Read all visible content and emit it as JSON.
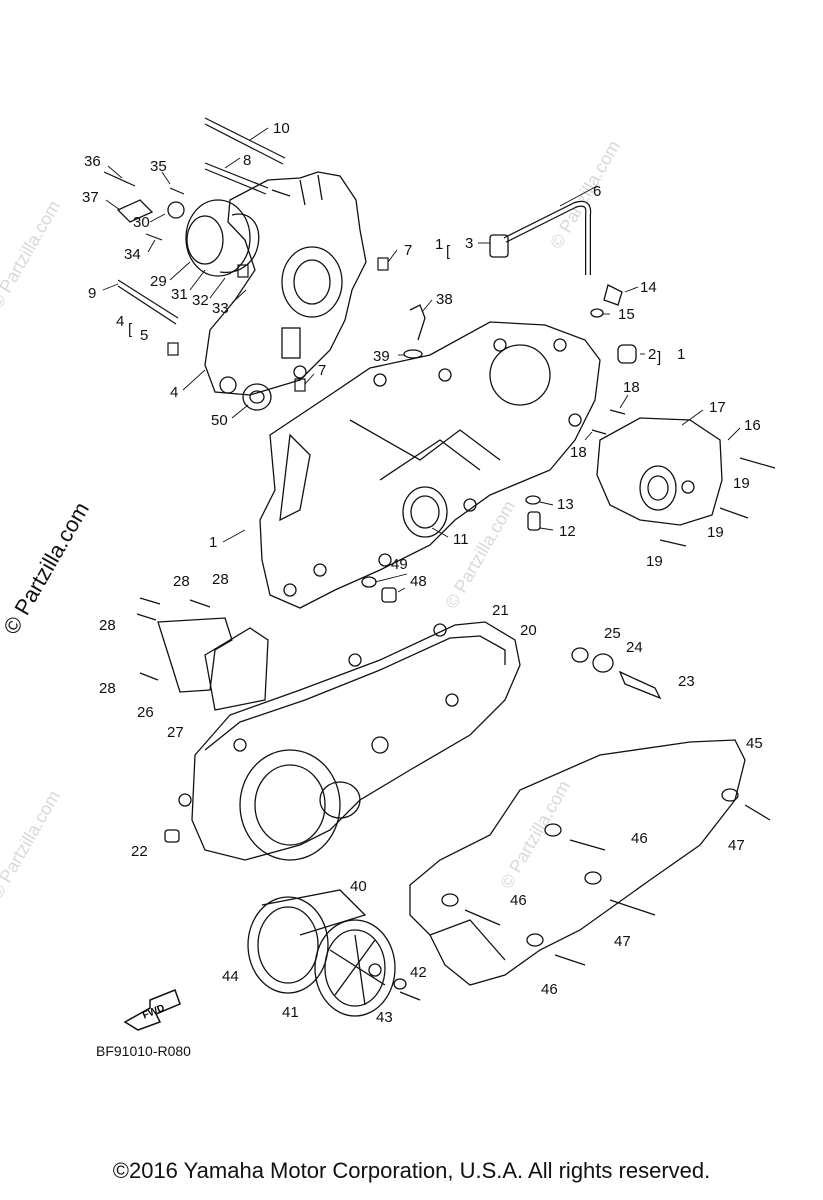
{
  "watermark_text": "© Partzilla.com",
  "side_watermark": "© Partzilla.com",
  "reference_code": "BF91010-R080",
  "fwd_label": "FWD",
  "copyright": "©2016 Yamaha Motor Corporation, U.S.A. All rights reserved.",
  "labels": {
    "l1a": "1",
    "l1b": "1",
    "l1c": "1",
    "l2": "2",
    "l3": "3",
    "l4a": "4",
    "l4b": "4",
    "l5": "5",
    "l6": "6",
    "l7a": "7",
    "l7b": "7",
    "l8": "8",
    "l9": "9",
    "l10": "10",
    "l11": "11",
    "l12": "12",
    "l13": "13",
    "l14": "14",
    "l15": "15",
    "l16": "16",
    "l17": "17",
    "l18a": "18",
    "l18b": "18",
    "l19a": "19",
    "l19b": "19",
    "l19c": "19",
    "l20": "20",
    "l21": "21",
    "l22": "22",
    "l23": "23",
    "l24": "24",
    "l25": "25",
    "l26": "26",
    "l27": "27",
    "l28a": "28",
    "l28b": "28",
    "l28c": "28",
    "l28d": "28",
    "l29": "29",
    "l30": "30",
    "l31": "31",
    "l32": "32",
    "l33": "33",
    "l34": "34",
    "l35": "35",
    "l36": "36",
    "l37": "37",
    "l38": "38",
    "l39": "39",
    "l40": "40",
    "l41": "41",
    "l42": "42",
    "l43": "43",
    "l44": "44",
    "l45": "45",
    "l46a": "46",
    "l46b": "46",
    "l46c": "46",
    "l47a": "47",
    "l47b": "47",
    "l48": "48",
    "l49": "49",
    "l50": "50"
  }
}
